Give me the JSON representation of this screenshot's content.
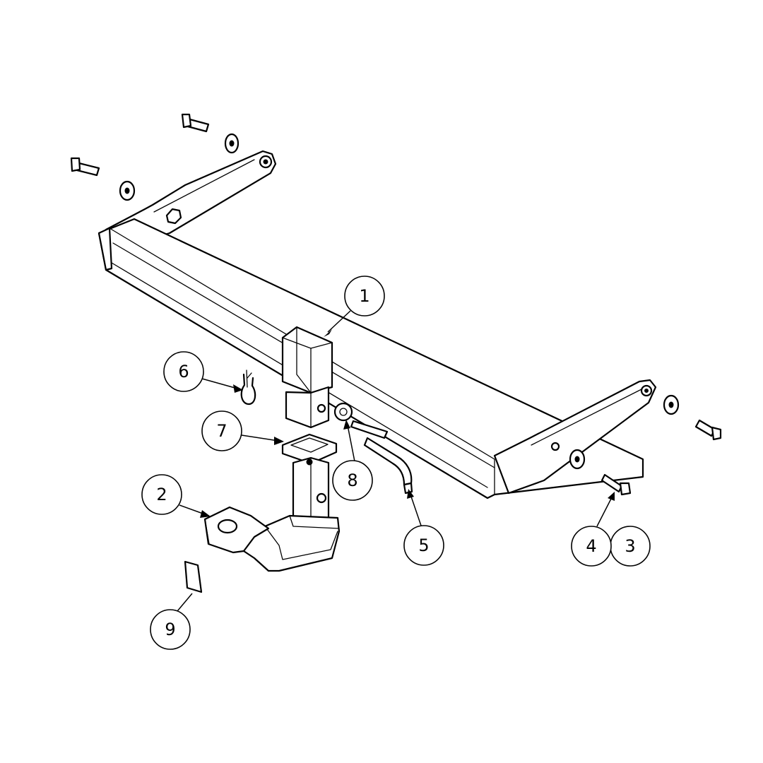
{
  "callouts": [
    {
      "id": "c1",
      "number": "1"
    },
    {
      "id": "c2",
      "number": "2"
    },
    {
      "id": "c3",
      "number": "3"
    },
    {
      "id": "c4",
      "number": "4"
    },
    {
      "id": "c5",
      "number": "5"
    },
    {
      "id": "c6",
      "number": "6"
    },
    {
      "id": "c7",
      "number": "7"
    },
    {
      "id": "c8",
      "number": "8"
    },
    {
      "id": "c9",
      "number": "9"
    }
  ],
  "colors": {
    "line": "#000000",
    "background": "#ffffff"
  }
}
